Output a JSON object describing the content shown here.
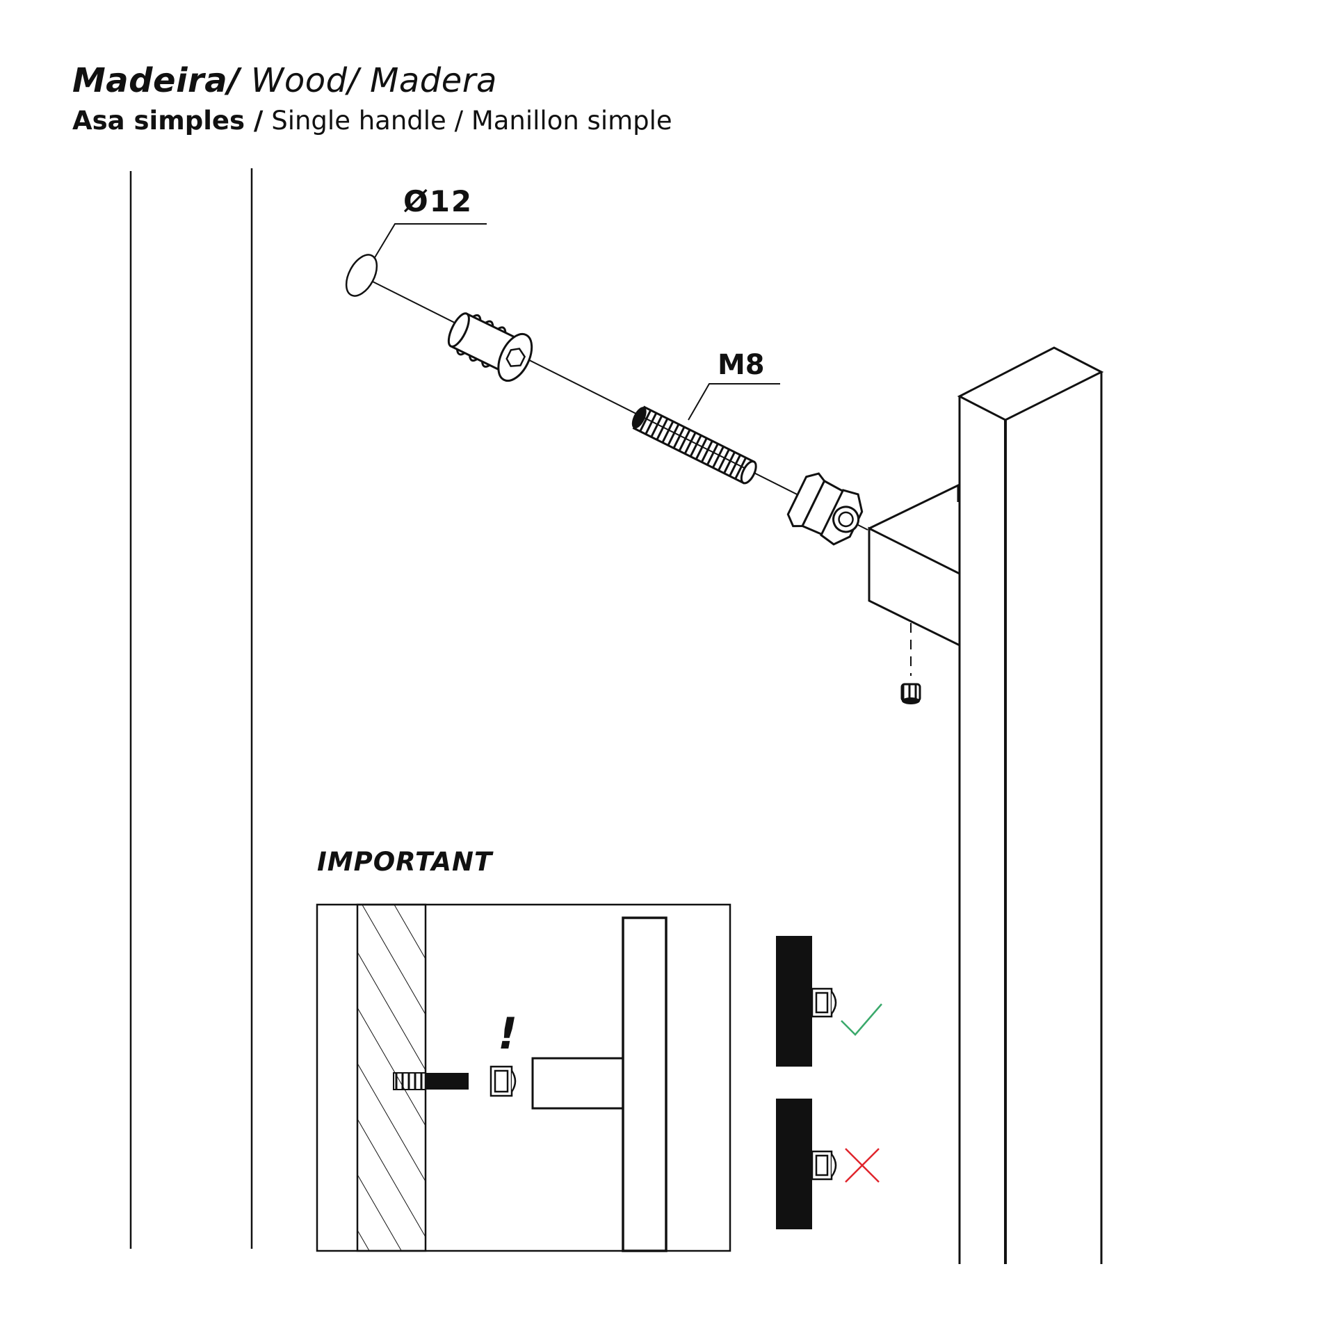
{
  "header": {
    "title_bold": "Madeira/",
    "title_rest": " Wood/ Madera",
    "subtitle_bold": "Asa  simples /",
    "subtitle_rest": " Single handle / Manillon simple"
  },
  "labels": {
    "hole_diameter": "Ø12",
    "thread_size": "M8",
    "important": "IMPORTANT",
    "warning_mark": "!"
  },
  "colors": {
    "line": "#111111",
    "check": "#3aa96b",
    "cross": "#e0242c"
  },
  "icons": {
    "correct": "check-icon",
    "incorrect": "cross-icon"
  }
}
